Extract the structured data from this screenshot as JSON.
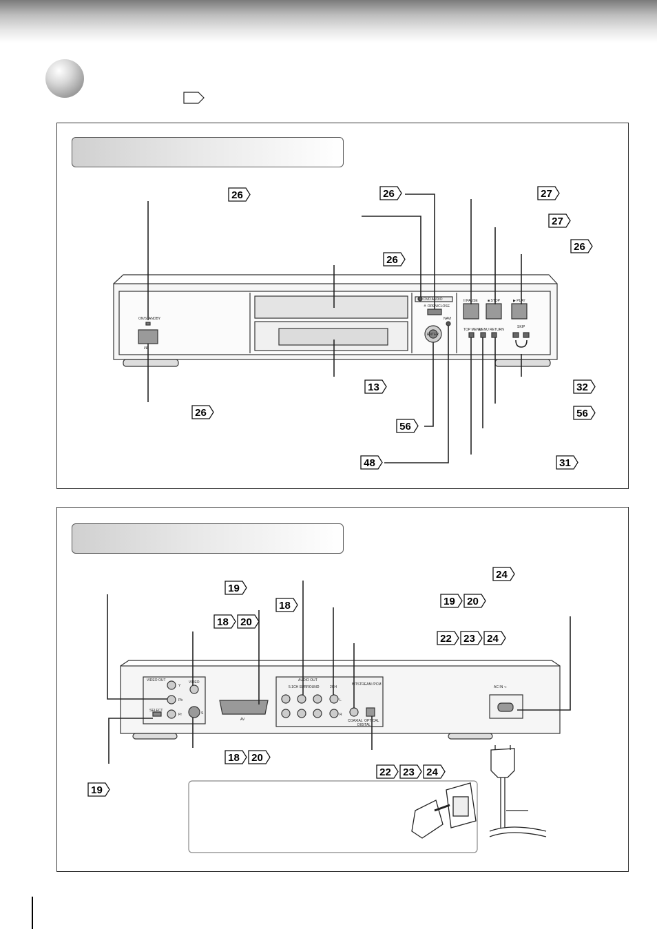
{
  "colors": {
    "ink": "#111111",
    "panel_border": "#333333"
  },
  "front_panel": {
    "page_refs": [
      "26",
      "26",
      "26",
      "27",
      "27",
      "26",
      "13",
      "32",
      "26",
      "56",
      "56",
      "48",
      "31"
    ],
    "device_labels": {
      "standby": "ON/STANDBY",
      "power": "I/Ø",
      "dvd_audio": "DVD AUDIO",
      "open_close": "≜ OPEN/CLOSE",
      "pause": "II PAUSE",
      "stop": "■ STOP",
      "play": "▶ PLAY",
      "nav": "NAVI",
      "top_menu": "TOP MENU",
      "menu": "MENU",
      "return": "RETURN",
      "skip": "SKIP",
      "enter": "ENTER"
    }
  },
  "rear_panel": {
    "page_refs": [
      "24",
      "19",
      "19",
      "20",
      "18",
      "18",
      "20",
      "22",
      "23",
      "24",
      "19",
      "18",
      "20",
      "22",
      "23",
      "24"
    ],
    "device_labels": {
      "video_out": "VIDEO OUT",
      "y": "Y",
      "pb": "Pb",
      "pr": "Pr",
      "video": "VIDEO",
      "s": "S",
      "select": "SELECT",
      "av": "AV",
      "audio_out": "AUDIO OUT",
      "surround": "5.1CH SURROUND",
      "ch2": "2CH",
      "l": "L",
      "r": "R",
      "bitstream": "BITSTREAM /PCM",
      "coaxial": "COAXIAL",
      "optical": "OPTICAL",
      "digital": "DIGITAL",
      "ac_in": "AC IN ∿"
    }
  }
}
